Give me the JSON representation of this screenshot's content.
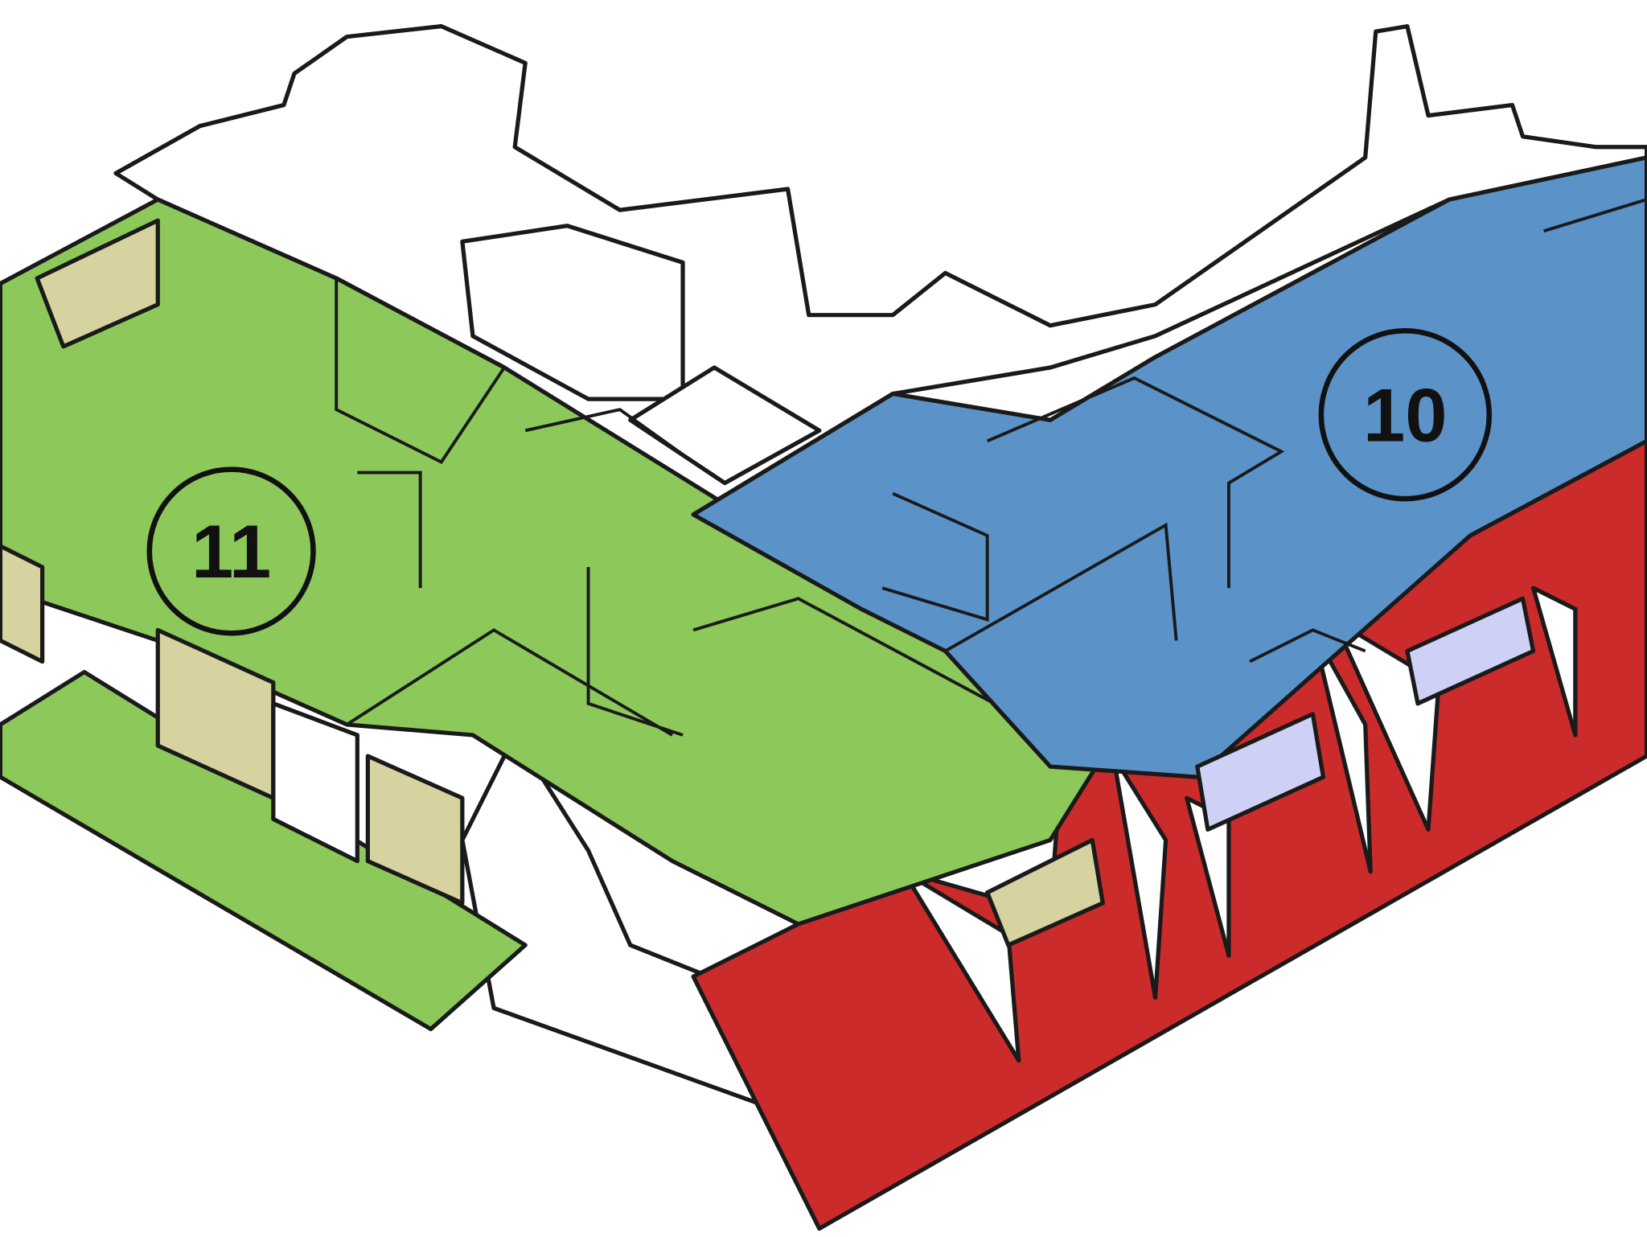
{
  "diagram": {
    "units": [
      {
        "id": "unit-11",
        "label": "11",
        "color": "#8dc95a"
      },
      {
        "id": "unit-10",
        "label": "10",
        "color": "#5b93c9"
      }
    ],
    "colors": {
      "roof": "#cc2b2b",
      "wall": "#ffffff",
      "window_panel": "#d6d3a0",
      "glass": "#cfd0f5",
      "outline": "#1a1a1a"
    }
  }
}
